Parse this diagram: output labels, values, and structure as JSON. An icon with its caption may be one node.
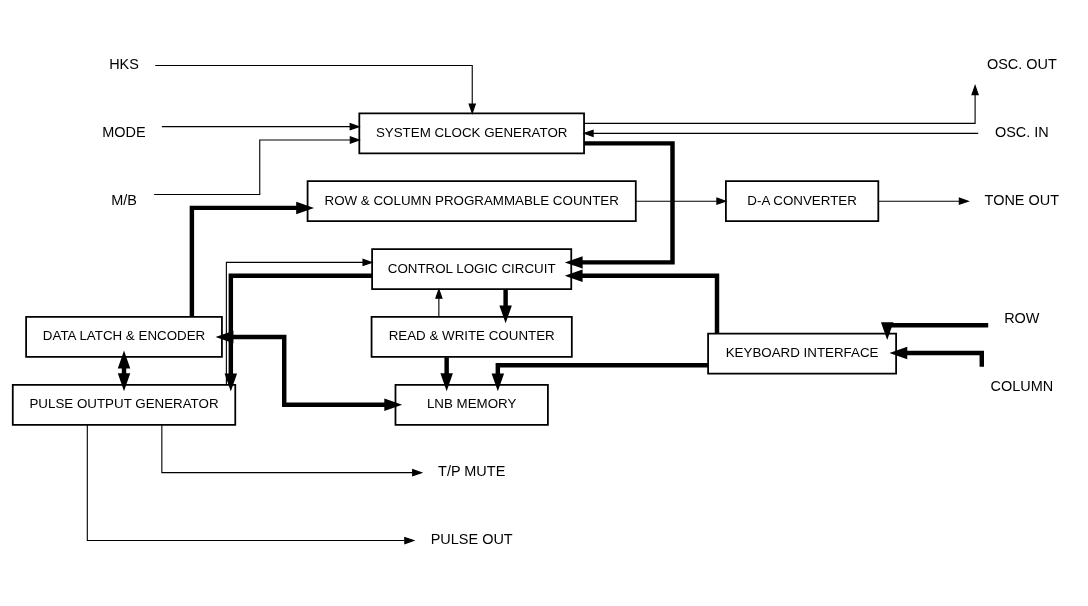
{
  "diagram": {
    "nodes": [
      {
        "text": [
          "D-A CONVERTER"
        ]
      },
      {
        "text": [
          "ROW & COLUMN PROGRAMMABLE COUNTER"
        ]
      },
      {
        "text": [
          "DATA LATCH & ENCODER"
        ]
      },
      {
        "text": [
          "KEYBOARD INTERFACE"
        ]
      },
      {
        "text": [
          "LNB MEMORY"
        ]
      },
      {
        "text": [
          "READ & WRITE COUNTER"
        ]
      },
      {
        "text": [
          "PULSE OUTPUT GENERATOR"
        ]
      },
      {
        "text": [
          "CONTROL LOGIC CIRCUIT"
        ]
      },
      {
        "text": [
          "SYSTEM CLOCK GENERATOR"
        ]
      },
      {
        "text": [
          "TONE OUT"
        ]
      },
      {
        "text": [
          "ROW"
        ]
      },
      {
        "text": [
          "COLUMN"
        ]
      },
      {
        "text": [
          "PULSE OUT"
        ]
      },
      {
        "text": [
          "T/P MUTE"
        ]
      },
      {
        "text": [
          "OSC. IN"
        ]
      },
      {
        "text": [
          "OSC. OUT"
        ]
      },
      {
        "text": [
          "HKS"
        ]
      },
      {
        "text": [
          "MODE"
        ]
      },
      {
        "text": [
          "M/B"
        ]
      }
    ],
    "edges": [
      {
        "from": 0,
        "to": 9,
        "arrow": "to"
      },
      {
        "from": 1,
        "to": 0,
        "arrow": "to"
      },
      {
        "from": 2,
        "to": 1,
        "arrow": "to",
        "style": "thick"
      },
      {
        "from": 10,
        "to": 3,
        "arrow": "to",
        "style": "thick"
      },
      {
        "from": 11,
        "to": 3,
        "arrow": "to",
        "style": "thick"
      },
      {
        "from": 3,
        "to": 4,
        "arrow": "to",
        "style": "thick"
      },
      {
        "from": 2,
        "to": 6,
        "arrow": "both",
        "style": "thick"
      },
      {
        "from": 2,
        "to": 4,
        "arrow": "both",
        "style": "thick"
      },
      {
        "from": 5,
        "to": 4,
        "arrow": "to",
        "style": "thick"
      },
      {
        "from": 6,
        "to": 12,
        "arrow": "to"
      },
      {
        "from": 6,
        "to": 13,
        "arrow": "to"
      },
      {
        "from": 7,
        "to": 5,
        "arrow": "to",
        "style": "thick"
      },
      {
        "from": 5,
        "to": 7,
        "arrow": "to"
      },
      {
        "from": 3,
        "to": 7,
        "arrow": "to",
        "style": "thick"
      },
      {
        "from": 6,
        "to": 7,
        "arrow": "to"
      },
      {
        "from": 7,
        "to": 6,
        "arrow": "to",
        "style": "thick"
      },
      {
        "from": 8,
        "to": 7,
        "arrow": "to",
        "style": "thick"
      },
      {
        "from": 14,
        "to": 8,
        "arrow": "to"
      },
      {
        "from": 8,
        "to": 15,
        "arrow": "to"
      },
      {
        "from": 16,
        "to": 8,
        "arrow": "to"
      },
      {
        "from": 17,
        "to": 8,
        "arrow": "to"
      },
      {
        "from": 18,
        "to": 8,
        "arrow": "to"
      }
    ]
  }
}
